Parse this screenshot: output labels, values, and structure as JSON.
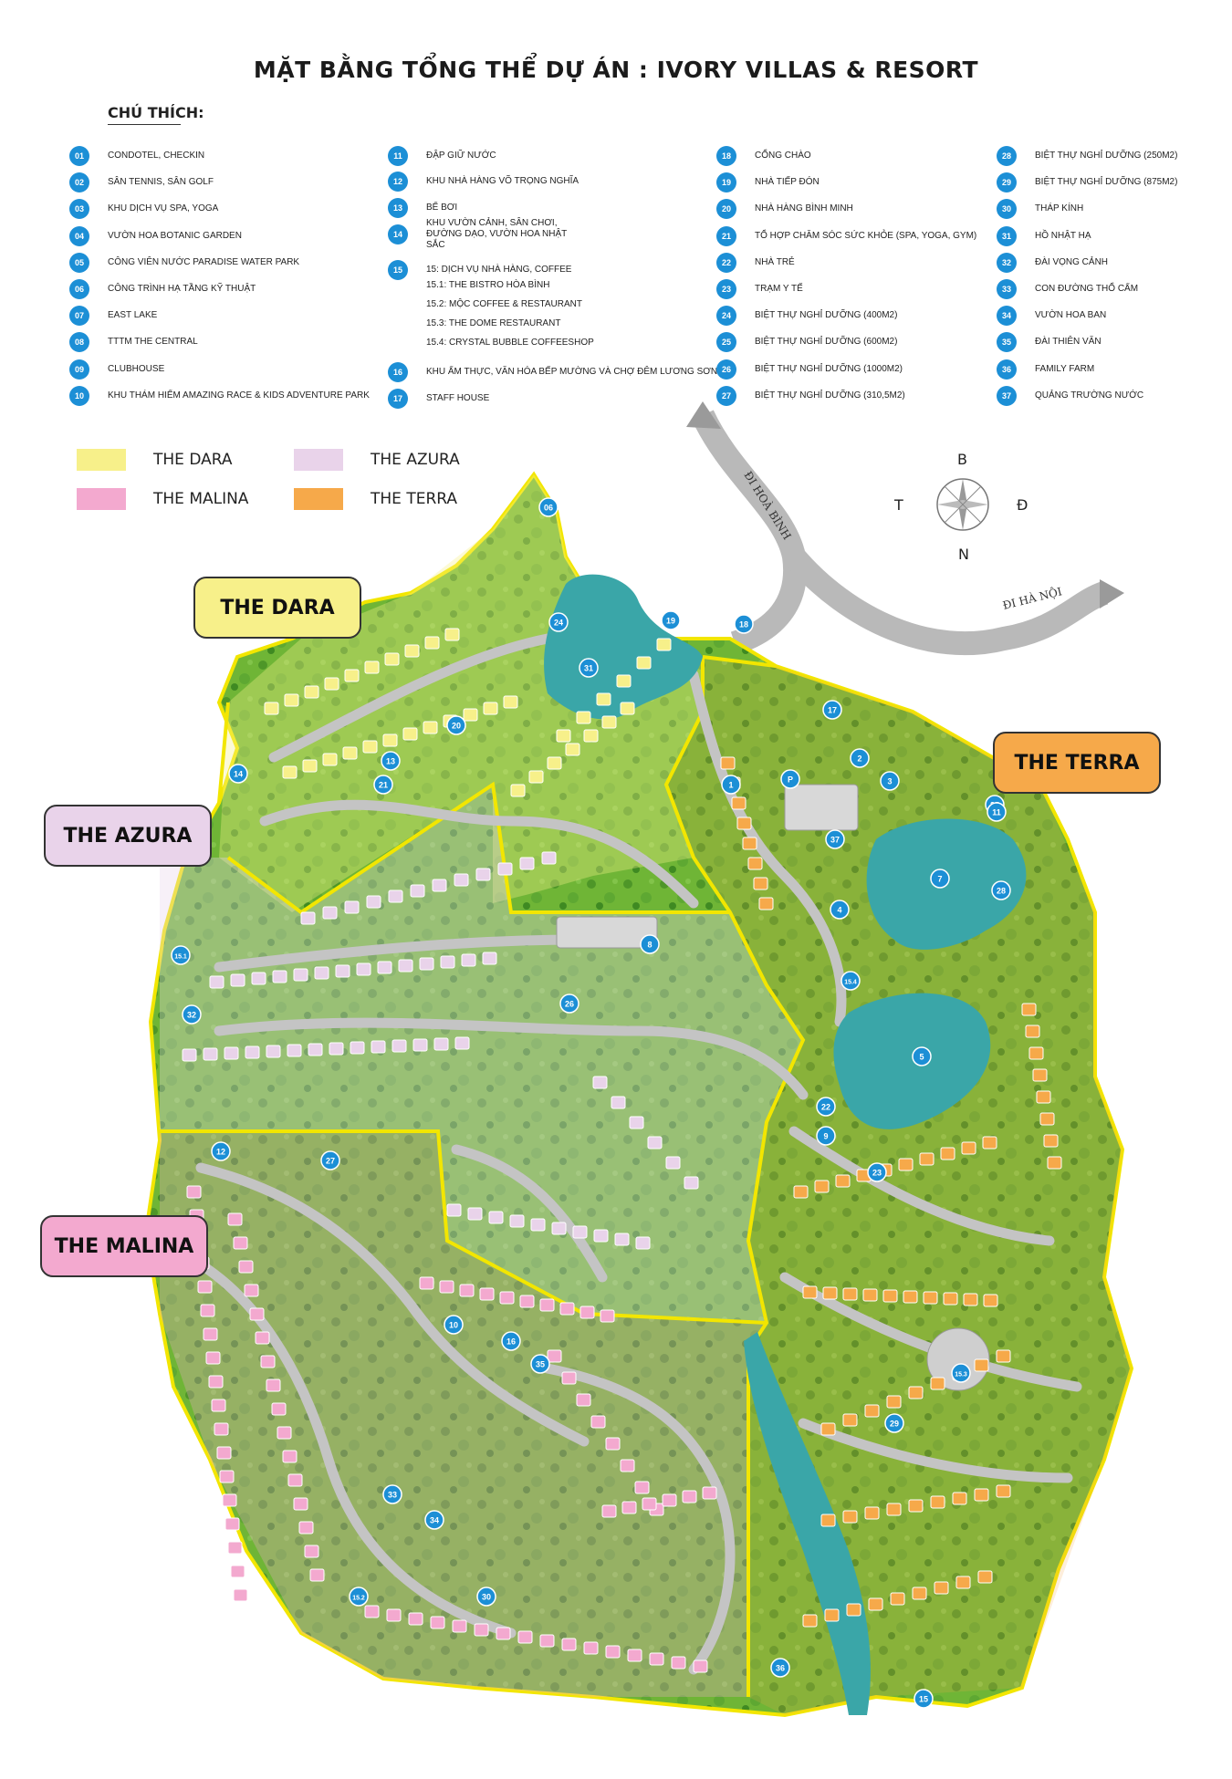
{
  "title": "MẶT BẰNG TỔNG THỂ DỰ ÁN : IVORY VILLAS & RESORT",
  "legend_heading": "CHÚ THÍCH:",
  "legend": [
    {
      "num": "01",
      "label": "CONDOTEL, CHECKIN"
    },
    {
      "num": "02",
      "label": "SÂN TENNIS, SÂN GOLF"
    },
    {
      "num": "03",
      "label": "KHU DỊCH VỤ SPA, YOGA"
    },
    {
      "num": "04",
      "label": "VƯỜN HOA BOTANIC GARDEN"
    },
    {
      "num": "05",
      "label": "CÔNG VIÊN NƯỚC PARADISE WATER PARK"
    },
    {
      "num": "06",
      "label": "CÔNG TRÌNH HẠ TẦNG KỸ THUẬT"
    },
    {
      "num": "07",
      "label": "EAST LAKE"
    },
    {
      "num": "08",
      "label": "TTTM THE CENTRAL"
    },
    {
      "num": "09",
      "label": "CLUBHOUSE"
    },
    {
      "num": "10",
      "label": "KHU THÁM HIỂM AMAZING RACE & KIDS ADVENTURE PARK"
    },
    {
      "num": "11",
      "label": "ĐẬP GIỮ NƯỚC"
    },
    {
      "num": "12",
      "label": "KHU NHÀ HÀNG VÕ TRỌNG NGHĨA"
    },
    {
      "num": "13",
      "label": "BỂ BƠI"
    },
    {
      "num": "14",
      "label": "KHU VƯỜN CẢNH, SÂN CHƠI, ĐƯỜNG DẠO, VƯỜN HOA NHẬT SẮC"
    },
    {
      "num": "15",
      "label": "15: DỊCH VỤ NHÀ HÀNG, COFFEE"
    },
    {
      "num": "16",
      "label": "KHU ẨM THỰC, VĂN HÓA BẾP MƯỜNG VÀ CHỢ ĐÊM LƯƠNG SƠN"
    },
    {
      "num": "17",
      "label": "STAFF HOUSE"
    },
    {
      "num": "18",
      "label": "CỔNG CHÀO"
    },
    {
      "num": "19",
      "label": "NHÀ TIẾP ĐÓN"
    },
    {
      "num": "20",
      "label": "NHÀ HÀNG BÌNH MINH"
    },
    {
      "num": "21",
      "label": "TỔ HỢP CHĂM SÓC SỨC KHỎE (SPA, YOGA, GYM)"
    },
    {
      "num": "22",
      "label": "NHÀ TRẺ"
    },
    {
      "num": "23",
      "label": "TRẠM Y TẾ"
    },
    {
      "num": "24",
      "label": "BIỆT THỰ NGHỈ DƯỠNG (400M2)"
    },
    {
      "num": "25",
      "label": "BIỆT THỰ NGHỈ DƯỠNG (600M2)"
    },
    {
      "num": "26",
      "label": "BIỆT THỰ NGHỈ DƯỠNG (1000M2)"
    },
    {
      "num": "27",
      "label": "BIỆT THỰ NGHỈ DƯỠNG (310,5M2)"
    },
    {
      "num": "28",
      "label": "BIỆT THỰ NGHỈ DƯỠNG (250M2)"
    },
    {
      "num": "29",
      "label": "BIỆT THỰ NGHỈ DƯỠNG (875M2)"
    },
    {
      "num": "30",
      "label": "THÁP KÍNH"
    },
    {
      "num": "31",
      "label": "HỒ NHẬT HẠ"
    },
    {
      "num": "32",
      "label": "ĐÀI VỌNG CẢNH"
    },
    {
      "num": "33",
      "label": "CON ĐƯỜNG THỔ CẨM"
    },
    {
      "num": "34",
      "label": "VƯỜN HOA BAN"
    },
    {
      "num": "35",
      "label": "ĐÀI THIÊN VĂN"
    },
    {
      "num": "36",
      "label": "FAMILY FARM"
    },
    {
      "num": "37",
      "label": "QUẢNG TRƯỜNG NƯỚC"
    }
  ],
  "legend_15_sub": [
    "15.1: THE BISTRO HÒA BÌNH",
    "15.2: MỘC COFFEE & RESTAURANT",
    "15.3: THE DOME RESTAURANT",
    "15.4: CRYSTAL BUBBLE COFFEESHOP"
  ],
  "zones": [
    {
      "name": "THE DARA",
      "color": "#f7f08a"
    },
    {
      "name": "THE AZURA",
      "color": "#e9d3ea"
    },
    {
      "name": "THE MALINA",
      "color": "#f3a9cf"
    },
    {
      "name": "THE TERRA",
      "color": "#f6a94a"
    }
  ],
  "zone_bubbles": {
    "dara": "THE DARA",
    "azura": "THE AZURA",
    "malina": "THE MALINA",
    "terra": "THE TERRA"
  },
  "roads": {
    "hoa_binh": "ĐI HOÀ BÌNH",
    "ha_noi": "ĐI HÀ NỘI"
  },
  "compass": {
    "n": "B",
    "s": "N",
    "w": "T",
    "e": "Đ"
  },
  "map_markers": [
    "06",
    "18",
    "19",
    "31",
    "24",
    "20",
    "14",
    "13",
    "21",
    "17",
    "2",
    "P",
    "3",
    "25",
    "1",
    "37",
    "11",
    "7",
    "28",
    "4",
    "5",
    "15.4",
    "8",
    "15.1",
    "32",
    "26",
    "22",
    "9",
    "23",
    "12",
    "27",
    "10",
    "16",
    "35",
    "15.3",
    "29",
    "33",
    "34",
    "15.2",
    "30",
    "36",
    "15"
  ],
  "colors": {
    "marker": "#1c8fd6",
    "boundary": "#f2e600",
    "grass": "#6fb536",
    "lake": "#3aa6a8",
    "road": "#b9b9b9"
  }
}
